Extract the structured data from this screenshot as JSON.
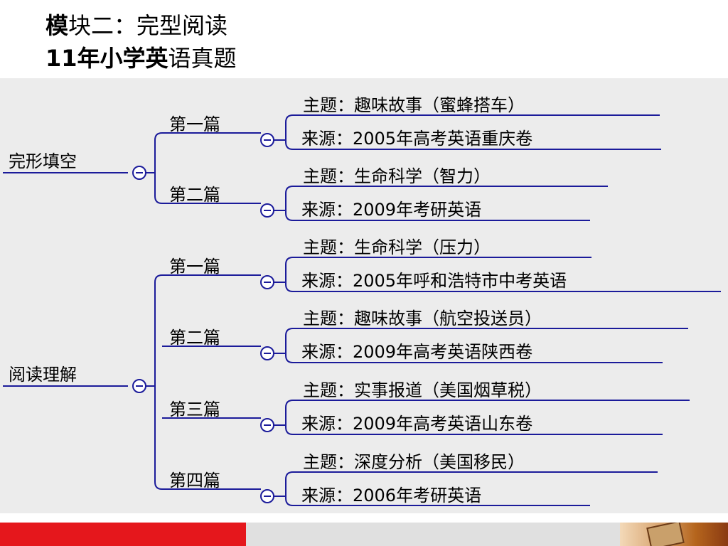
{
  "title": {
    "line1_bold": "模",
    "line1_rest": "块二：完型阅读",
    "line2_bold": "11年小学英",
    "line2_rest": "语真题"
  },
  "mindmap": {
    "line_color": "#1b1b9a",
    "categories": [
      {
        "label": "完形填空",
        "passages": [
          {
            "label": "第一篇",
            "topic": "主题：趣味故事（蜜蜂搭车）",
            "source": "来源：2005年高考英语重庆卷"
          },
          {
            "label": "第二篇",
            "topic": "主题：生命科学（智力）",
            "source": "来源：2009年考研英语"
          }
        ]
      },
      {
        "label": "阅读理解",
        "passages": [
          {
            "label": "第一篇",
            "topic": "主题：生命科学（压力）",
            "source": "来源：2005年呼和浩特市中考英语"
          },
          {
            "label": "第二篇",
            "topic": "主题：趣味故事（航空投送员）",
            "source": "来源：2009年高考英语陕西卷"
          },
          {
            "label": "第三篇",
            "topic": "主题：实事报道（美国烟草税）",
            "source": "来源：2009年高考英语山东卷"
          },
          {
            "label": "第四篇",
            "topic": "主题：深度分析（美国移民）",
            "source": "来源：2006年考研英语"
          }
        ]
      }
    ]
  },
  "footer": {
    "colors": {
      "red": "#e5171c",
      "grey": "#e0e0e0"
    }
  }
}
